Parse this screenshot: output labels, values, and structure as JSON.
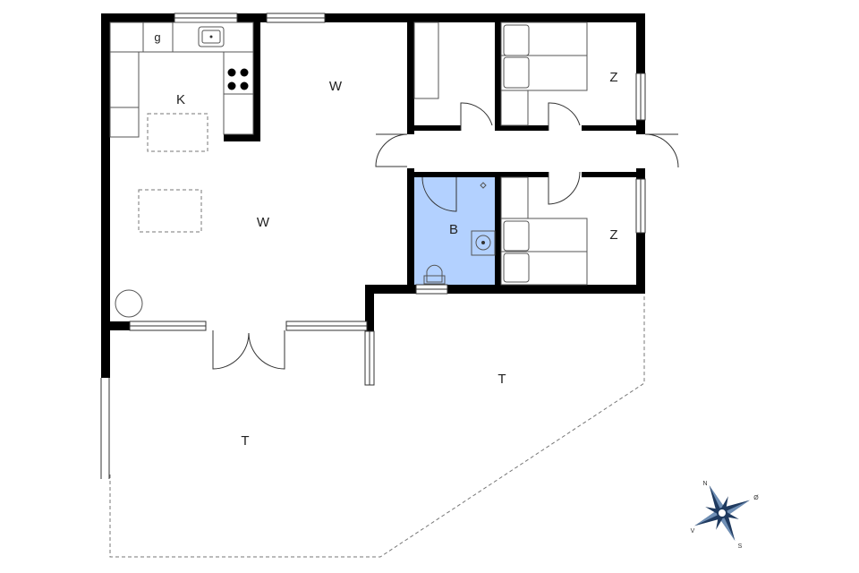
{
  "rooms": {
    "kitchen": "K",
    "living_top": "W",
    "living_main": "W",
    "bathroom": "B",
    "bedroom_top": "Z",
    "bedroom_bottom": "Z",
    "terrace_left": "T",
    "terrace_right": "T",
    "kitchen_fridge": "g"
  },
  "compass": {
    "north": "N",
    "east": "Ø",
    "south": "S",
    "west": "V"
  },
  "colors": {
    "walls": "#000000",
    "bathroom_fill": "#b3d1ff",
    "background": "#ffffff"
  }
}
